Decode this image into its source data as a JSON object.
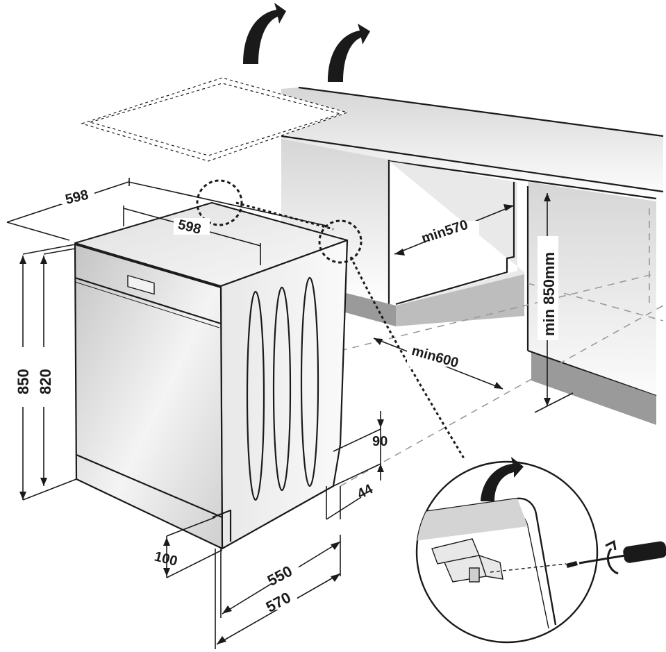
{
  "labels": {
    "width_top_back": "598",
    "width_top_front": "598",
    "height_total": "850",
    "height_body": "820",
    "plinth_height": "100",
    "depth_body": "550",
    "depth_total": "570",
    "gap_top": "90",
    "gap_side": "44",
    "niche_depth": "min570",
    "niche_width": "min600",
    "niche_height": "min 850mm"
  },
  "colors": {
    "line": "#1a1a1a",
    "gray_panel": "#c9c9c9",
    "dark_plinth": "#9a9a9a"
  }
}
